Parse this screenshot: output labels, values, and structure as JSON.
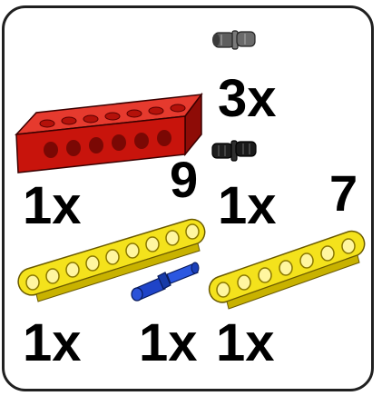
{
  "parts": [
    {
      "name": "grey connector pin",
      "quantity": "3x",
      "color": "#6e6e6e"
    },
    {
      "name": "red technic brick",
      "quantity": "1x",
      "color": "#d0140c"
    },
    {
      "name": "black friction pin",
      "quantity": "1x",
      "color": "#1a1a1a"
    },
    {
      "name": "yellow beam",
      "length": "9",
      "quantity": "1x",
      "color": "#f2e21a"
    },
    {
      "name": "yellow beam",
      "length": "7",
      "quantity": "1x",
      "color": "#f2e21a"
    },
    {
      "name": "blue axle pin",
      "quantity": "1x",
      "color": "#1a3fc4"
    }
  ],
  "labels": {
    "grey_pin_qty": "3x",
    "red_brick_qty": "1x",
    "black_pin_qty": "1x",
    "beam9_length": "9",
    "beam7_length": "7",
    "beam9_qty": "1x",
    "blue_pin_qty": "1x",
    "beam7_qty": "1x"
  }
}
